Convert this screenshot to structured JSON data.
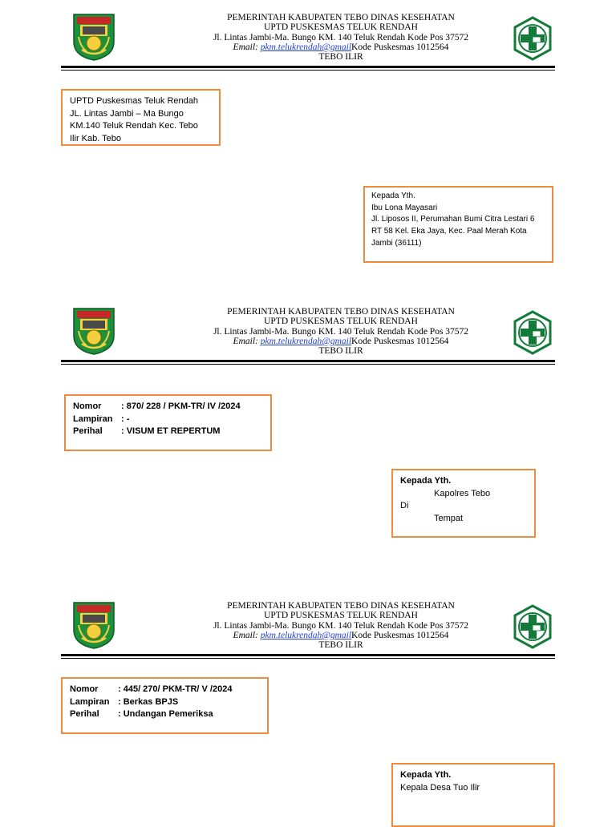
{
  "letterhead": {
    "line1": "PEMERINTAH KABUPATEN TEBO DINAS KESEHATAN",
    "line2": "UPTD PUSKESMAS TELUK RENDAH",
    "line3": "Jl. Lintas Jambi-Ma. Bungo KM. 140 Teluk Rendah Kode Pos 37572",
    "email_label": "Email:",
    "email_link": "pkm.telukrendah@gmail",
    "email_suffix": "Kode Puskesmas 1012564",
    "line5": "TEBO ILIR"
  },
  "icons": {
    "left_logo": "tebo-regency-emblem-icon",
    "right_logo": "puskesmas-green-cross-icon"
  },
  "colors": {
    "box_border": "#f08a3c",
    "emblem_green": "#1e8f3a",
    "puskesmas_green": "#147a3a",
    "link_blue": "#1f3fd6"
  },
  "section1": {
    "sender": [
      "UPTD Puskesmas Teluk Rendah",
      "JL. Lintas Jambi – Ma Bungo",
      "KM.140 Teluk Rendah Kec. Tebo",
      "Ilir Kab. Tebo"
    ],
    "recipient": [
      "Kepada Yth.",
      "Ibu Lona Mayasari",
      "Jl. Liposos II, Perumahan Bumi Citra Lestari 6",
      "RT 58 Kel. Eka Jaya, Kec. Paal Merah Kota",
      "Jambi  (36111)"
    ]
  },
  "section2": {
    "meta": [
      {
        "label": "Nomor",
        "value": ": 870/  228 / PKM-TR/ IV /2024"
      },
      {
        "label": "Lampiran",
        "value": ":  -"
      },
      {
        "label": "Perihal",
        "value": ": VISUM ET REPERTUM"
      }
    ],
    "recipient": {
      "heading": "Kepada Yth.",
      "name": "Kapolres Tebo",
      "di": "Di",
      "place": "Tempat"
    }
  },
  "section3": {
    "meta": [
      {
        "label": "Nomor",
        "value": ": 445/ 270/ PKM-TR/  V  /2024"
      },
      {
        "label": "Lampiran",
        "value": ":  Berkas BPJS"
      },
      {
        "label": "Perihal",
        "value": ": Undangan Pemeriksa"
      }
    ],
    "recipient": {
      "heading": "Kepada Yth.",
      "name": "Kepala Desa Tuo Ilir"
    }
  }
}
